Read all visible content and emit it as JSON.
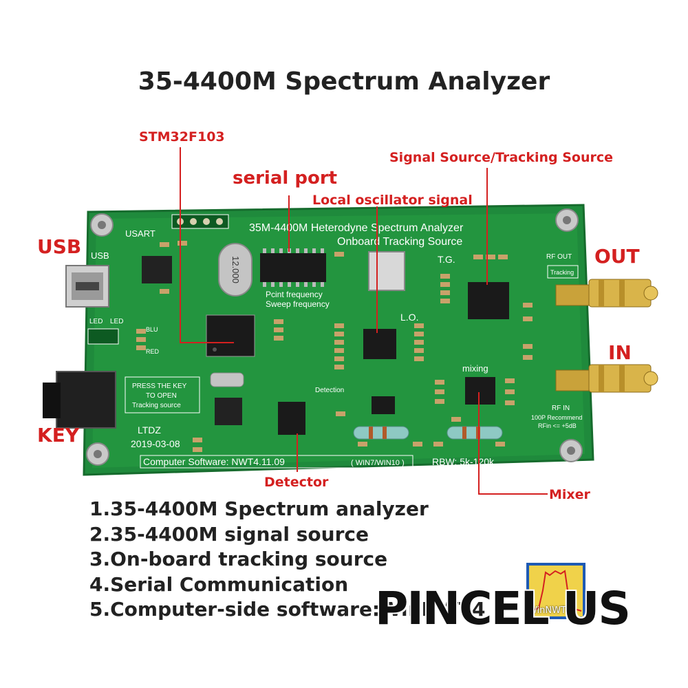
{
  "title": "35-4400M  Spectrum Analyzer",
  "callouts": {
    "stm32": "STM32F103",
    "serial_port": "serial port",
    "local_oscillator": "Local oscillator signal",
    "signal_source": "Signal Source/Tracking Source",
    "usb": "USB",
    "out": "OUT",
    "in": "IN",
    "key": "KEY",
    "detector": "Detector",
    "mixer": "Mixer"
  },
  "board": {
    "heading_1": "35M-4400M Heterodyne Spectrum Analyzer",
    "heading_2": "Onboard Tracking Source",
    "usart": "USART",
    "usb": "USB",
    "led_1": "LED",
    "led_2": "LED",
    "point_frequency": "Pcint frequency",
    "sweep_frequency": "Sweep frequency",
    "tg": "T.G.",
    "lo": "L.O.",
    "mixing": "mixing",
    "detection": "Detection",
    "rf_out": "RF OUT",
    "tracking": "Tracking",
    "rf_in": "RF IN",
    "recommend": "100P Recommend",
    "rfin_limit": "RFin <= +5dB",
    "press_key_1": "PRESS THE KEY",
    "press_key_2": "TO OPEN",
    "press_key_3": "Tracking source",
    "ltdz": "LTDZ",
    "date": "2019-03-08",
    "software": "Computer Software: NWT4.11.09",
    "os": "( WIN7/WIN10 )",
    "rbw": "RBW: 5k-120k",
    "crystal": "12.000",
    "blu": "BLU",
    "red": "RED"
  },
  "features": [
    "1.35-4400M Spectrum analyzer",
    "2.35-4400M signal source",
    "3.On-board tracking source",
    "4.Serial Communication",
    "5.Computer-side software:WinNWT4"
  ],
  "watermark": {
    "text": "PINCEL  US",
    "logo_label": "WinNWT4"
  },
  "colors": {
    "pcb": "#1f8a3c",
    "callout": "#d42020",
    "gold": "#c9a23a"
  }
}
